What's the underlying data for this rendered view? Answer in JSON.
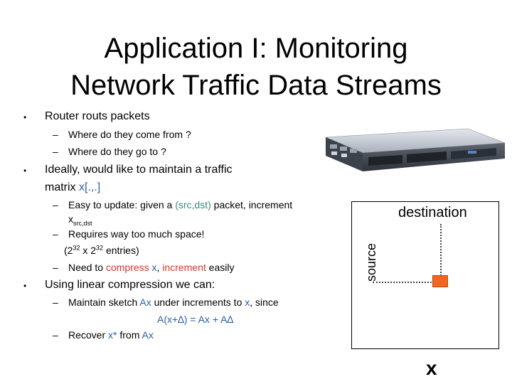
{
  "title": {
    "line1": "Application I: Monitoring",
    "line2": "Network Traffic Data Streams"
  },
  "bullets": {
    "b1": "Router routs packets",
    "b1_sub1": "Where do they come from ?",
    "b1_sub2": "Where do they go to ?",
    "b2_line1": "Ideally, would like to maintain a traffic",
    "b2_line2_text": "matrix ",
    "b2_line2_var": "x[.,.]",
    "b2_sub1_pre": "Easy to update: given a ",
    "b2_sub1_pair": "(src,dst)",
    "b2_sub1_post": " packet, increment",
    "b2_sub1_x": "x",
    "b2_sub1_subscript": "src,dst",
    "b2_sub2": "Requires way too much space!",
    "b2_sub3_a": "(2",
    "b2_sub3_exp1": "32",
    "b2_sub3_b": " x 2",
    "b2_sub3_exp2": "32",
    "b2_sub3_c": " entries)",
    "b2_sub4_pre": "Need to ",
    "b2_sub4_compress": "compress",
    "b2_sub4_x": " x",
    "b2_sub4_comma": ", ",
    "b2_sub4_increment": "increment",
    "b2_sub4_post": " easily",
    "b3": "Using linear compression we can:",
    "b3_sub1_pre": "Maintain sketch ",
    "b3_sub1_ax": "Ax",
    "b3_sub1_mid": " under increments to ",
    "b3_sub1_x": "x",
    "b3_sub1_post": ",  since",
    "b3_sub1_formula": "A(x+∆) = Ax + A∆",
    "b3_sub2_pre": "Recover ",
    "b3_sub2_xstar": "x*",
    "b3_sub2_mid": " from ",
    "b3_sub2_ax": "Ax"
  },
  "matrix": {
    "destination_label": "destination",
    "source_label": "source",
    "x_label": "x"
  },
  "icons": {
    "bullet": "•",
    "dash": "–",
    "router": "router-icon"
  }
}
